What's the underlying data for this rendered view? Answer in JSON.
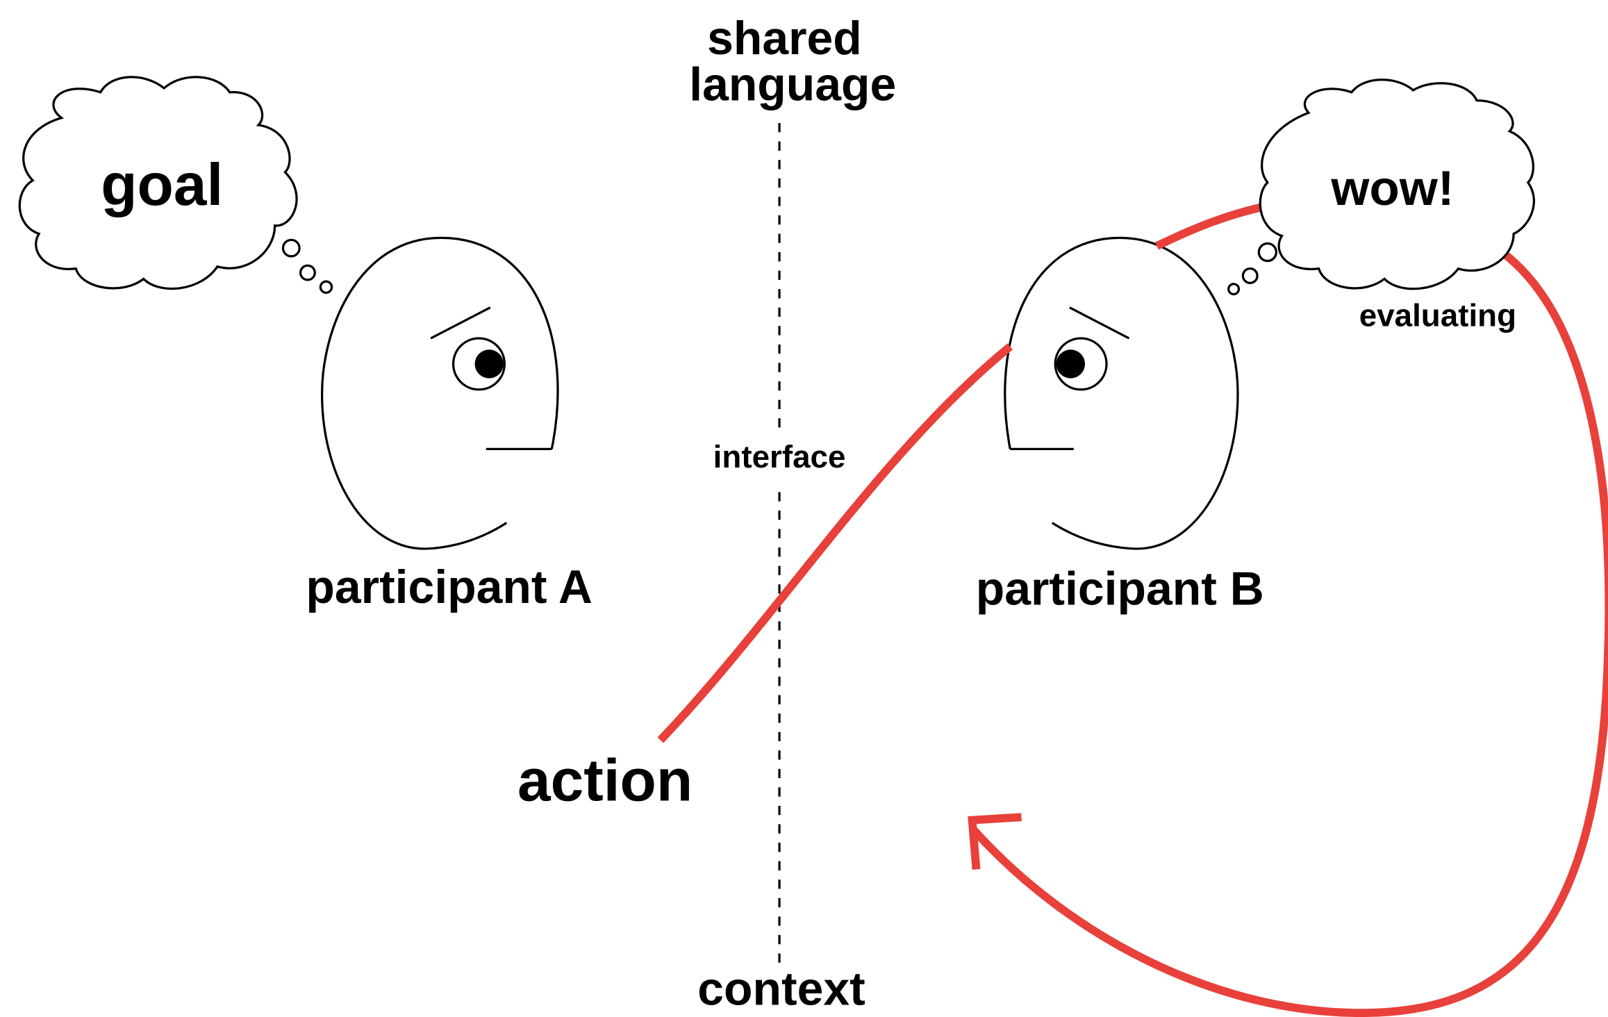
{
  "labels": {
    "top_line1": "shared",
    "top_line2": "language",
    "interface": "interface",
    "context": "context",
    "goal": "goal",
    "wow": "wow!",
    "evaluating": "evaluating",
    "participant_a": "participant A",
    "participant_b": "participant B",
    "action": "action"
  },
  "colors": {
    "flow": "#e8403a",
    "ink": "#000000",
    "background": "#ffffff"
  }
}
